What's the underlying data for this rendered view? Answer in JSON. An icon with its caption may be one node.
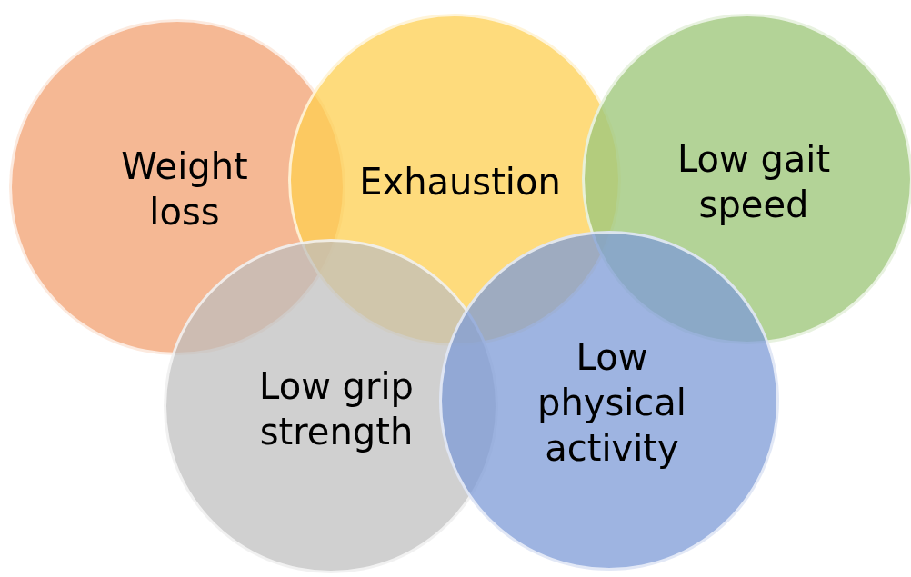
{
  "diagram": {
    "nodes": [
      {
        "text": [
          "Weight loss"
        ]
      },
      {
        "text": [
          "Exhaustion"
        ]
      },
      {
        "text": [
          "Low gait speed"
        ]
      },
      {
        "text": [
          "Low grip strength"
        ]
      },
      {
        "text": [
          "Low physical activity"
        ]
      }
    ]
  }
}
